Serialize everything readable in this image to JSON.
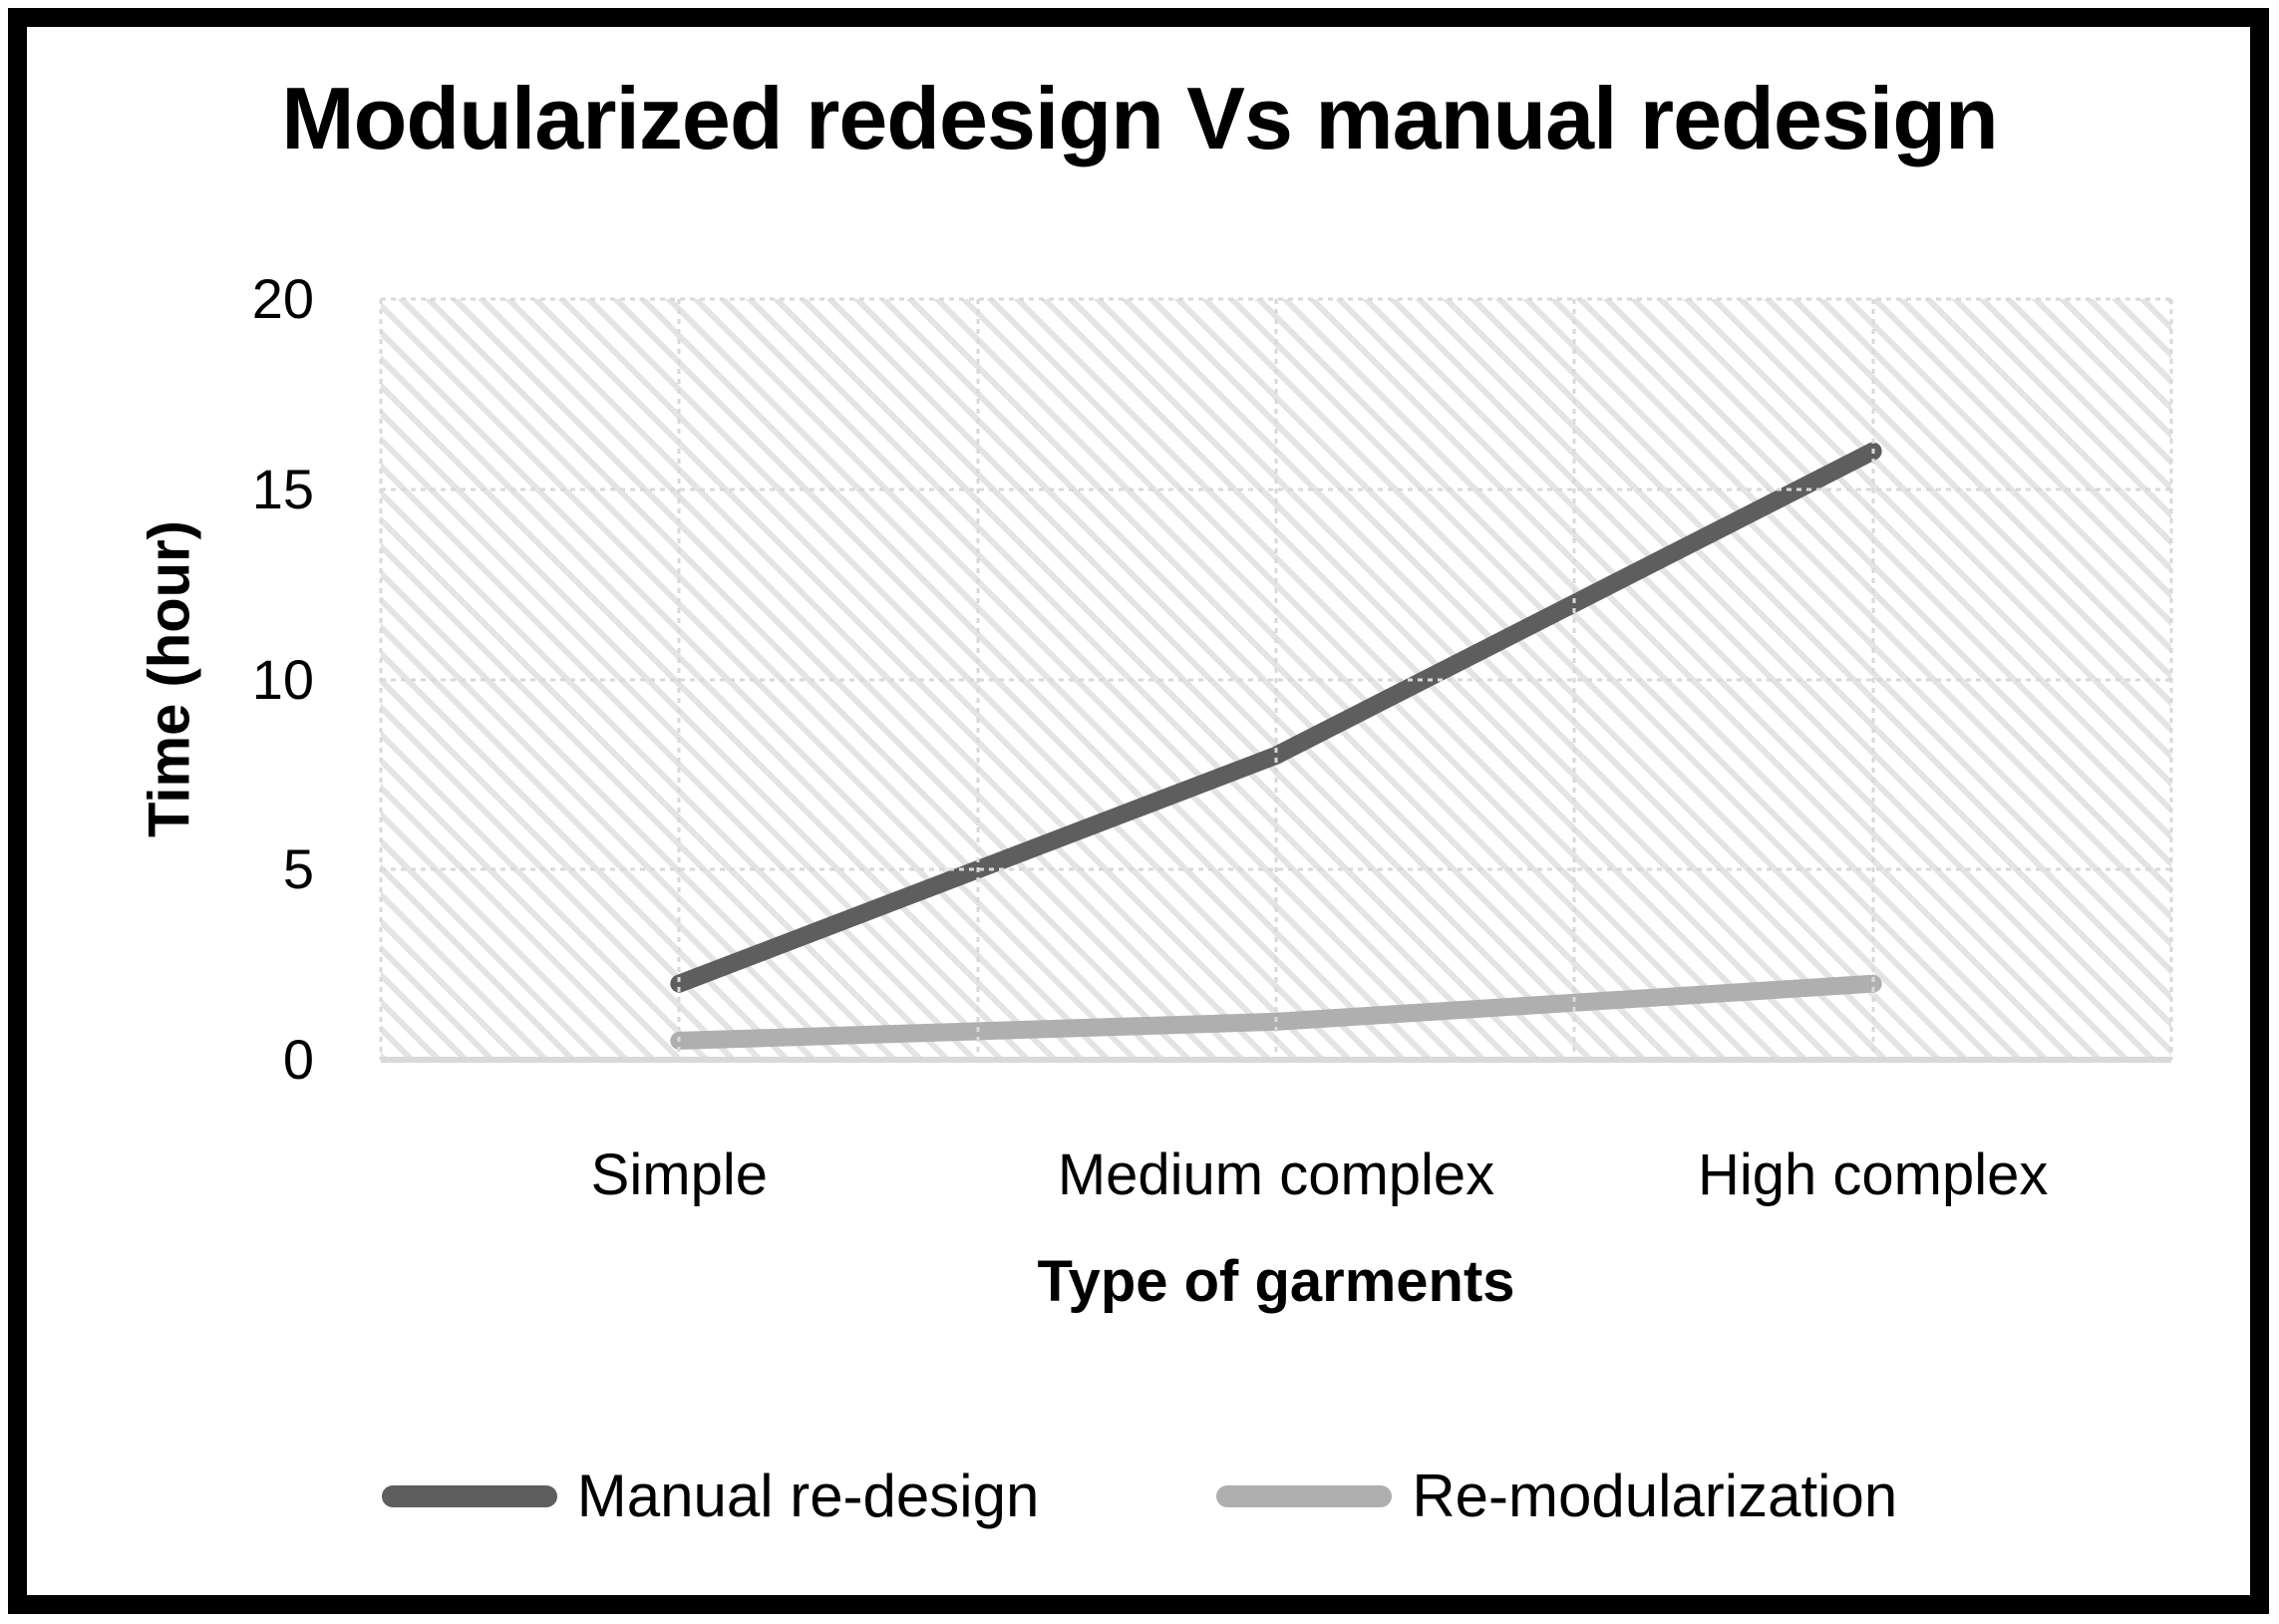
{
  "chart_data": {
    "type": "line",
    "title": "Modularized redesign Vs manual redesign",
    "xlabel": "Type of garments",
    "ylabel": "Time (hour)",
    "categories": [
      "Simple",
      "Medium complex",
      "High complex"
    ],
    "series": [
      {
        "name": "Manual re-design",
        "values": [
          2,
          8,
          16
        ],
        "color": "#5e5e5e"
      },
      {
        "name": "Re-modularization",
        "values": [
          0.5,
          1,
          2
        ],
        "color": "#afafaf"
      }
    ],
    "ylim": [
      0,
      20
    ],
    "yticks": [
      0,
      5,
      10,
      15,
      20
    ],
    "grid": true,
    "plot_background": "diagonal-hatch",
    "legend_position": "bottom"
  }
}
